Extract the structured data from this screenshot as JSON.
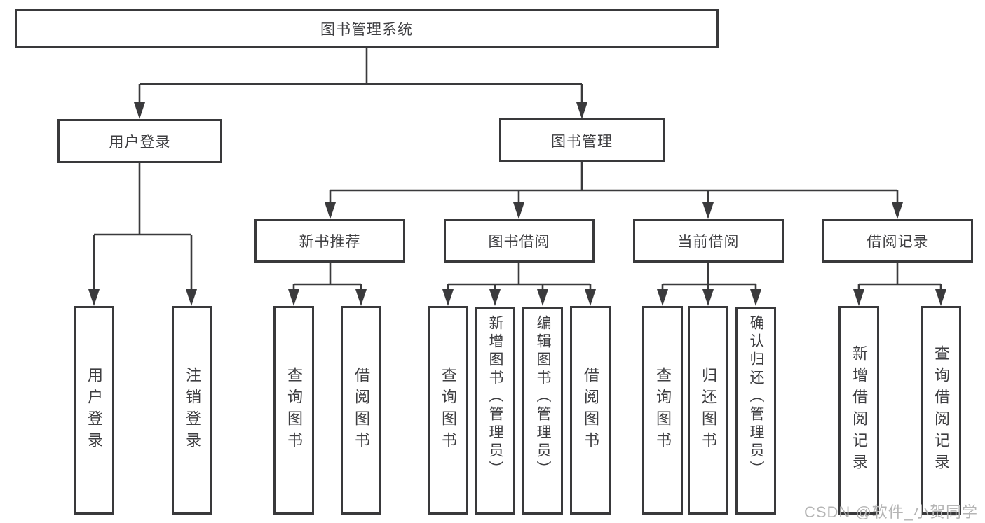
{
  "diagram": {
    "root": {
      "label": "图书管理系统"
    },
    "level2": {
      "user_login": {
        "label": "用户登录"
      },
      "book_mgmt": {
        "label": "图书管理"
      }
    },
    "level3": {
      "new_book_rec": {
        "label": "新书推荐"
      },
      "book_borrow": {
        "label": "图书借阅"
      },
      "current_borrow": {
        "label": "当前借阅"
      },
      "borrow_record": {
        "label": "借阅记录"
      }
    },
    "leaves": {
      "ul_user_login": {
        "label": "用户登录"
      },
      "ul_logout": {
        "label": "注销登录"
      },
      "nb_query_book": {
        "label": "查询图书"
      },
      "nb_borrow_book": {
        "label": "借阅图书"
      },
      "bb_query_book": {
        "label": "查询图书"
      },
      "bb_add_book": {
        "label": "新增图书（管理员）"
      },
      "bb_edit_book": {
        "label": "编辑图书（管理员）"
      },
      "bb_borrow_book": {
        "label": "借阅图书"
      },
      "cb_query_book": {
        "label": "查询图书"
      },
      "cb_return_book": {
        "label": "归还图书"
      },
      "cb_confirm_return": {
        "label": "确认归还（管理员）"
      },
      "br_add_record": {
        "label": "新增借阅记录"
      },
      "br_query_record": {
        "label": "查询借阅记录"
      }
    }
  },
  "watermark": "CSDN @软件_小贺同学",
  "colors": {
    "border": "#39393b",
    "text": "#3e3e41",
    "line": "#3a3a3c",
    "watermark": "#b5b5b5",
    "bg": "#ffffff"
  }
}
